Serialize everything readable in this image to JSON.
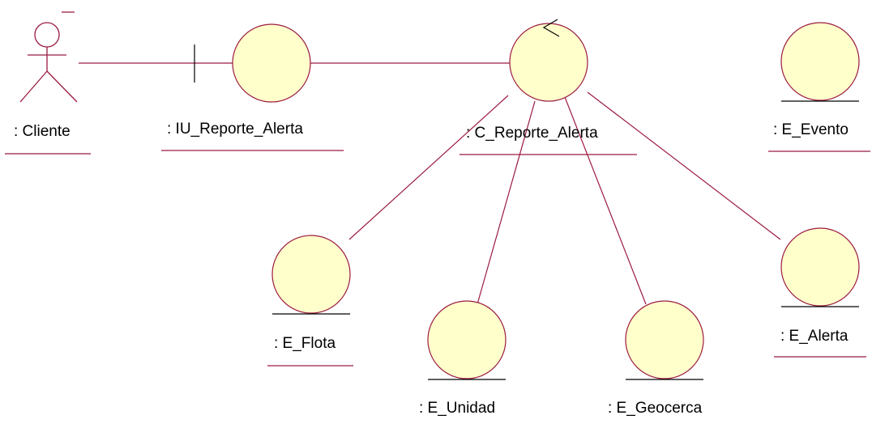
{
  "diagram": {
    "kind": "UML robustness / collaboration diagram",
    "colors": {
      "line": "#9b1b40",
      "fill": "#ffffcc",
      "underline": "#9b1b40"
    },
    "actor": {
      "label": ":  Cliente"
    },
    "boundary": {
      "label": ": IU_Reporte_Alerta"
    },
    "control": {
      "label": ": C_Reporte_Alerta"
    },
    "entities": {
      "evento": {
        "label": ": E_Evento"
      },
      "flota": {
        "label": ": E_Flota"
      },
      "unidad": {
        "label": ": E_Unidad"
      },
      "geocerca": {
        "label": ": E_Geocerca"
      },
      "alerta": {
        "label": ": E_Alerta"
      }
    }
  }
}
